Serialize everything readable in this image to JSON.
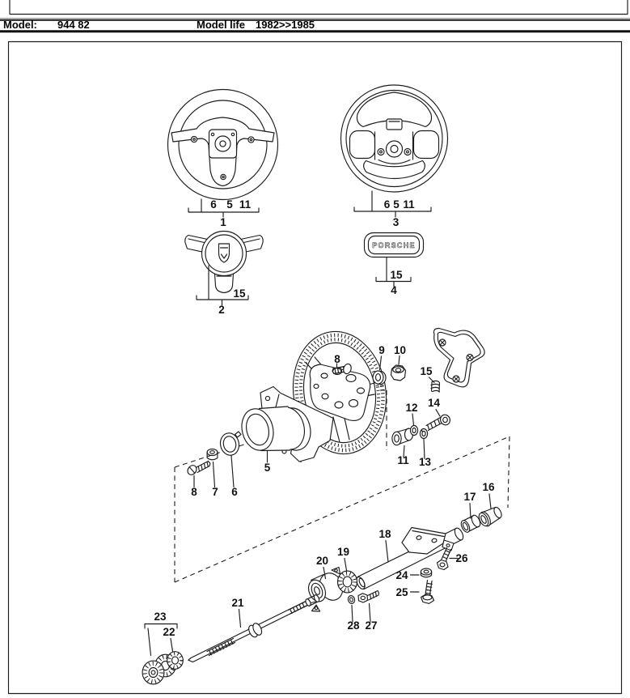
{
  "header": {
    "model_label": "Model:",
    "model_value": "944 82",
    "life_label": "Model life",
    "life_value": "1982>>1985"
  },
  "diagram": {
    "badge_text": "PORSCHE",
    "callouts": {
      "w1_sub6": "6",
      "w1_sub5": "5",
      "w1_sub11": "11",
      "w1_main": "1",
      "pad_15": "15",
      "pad_main": "2",
      "w3_sub6": "6",
      "w3_sub5": "5",
      "w3_sub11": "11",
      "w3_main": "3",
      "badge_15": "15",
      "badge_main": "4",
      "hub_5": "5",
      "hub_6": "6",
      "hub_7": "7",
      "hub_8": "8",
      "wc_8": "8",
      "wc_9": "9",
      "wc_10": "10",
      "cp_15": "15",
      "cp_14": "14",
      "sp_12": "12",
      "sp_11": "11",
      "sp_13": "13",
      "ct_16": "16",
      "ct_17": "17",
      "ct_18": "18",
      "ct_26": "26",
      "ct_24": "24",
      "ct_25": "25",
      "bg_20": "20",
      "bg_19": "19",
      "bg_28": "28",
      "bg_27": "27",
      "sh_21": "21",
      "sh_23": "23",
      "sh_22": "22"
    }
  },
  "colors": {
    "ink": "#1c1c1c",
    "paper": "#ffffff"
  }
}
